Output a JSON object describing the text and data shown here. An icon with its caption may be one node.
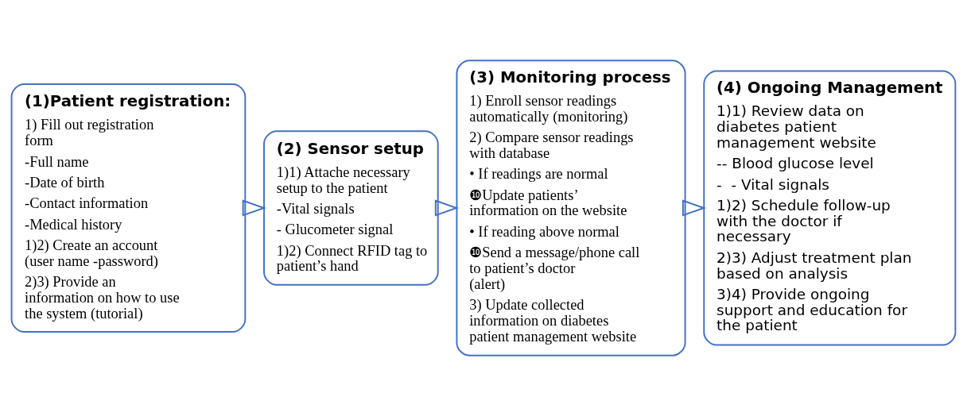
{
  "diagram": {
    "nodes": [
      {
        "text": [
          "(1)Patient registration:",
          "1) Fill out registration form",
          "-Full name",
          "-Date of birth",
          "-Contact information",
          "-Medical history",
          "1)2) Create an account (user name -password)",
          "2)3) Provide an information on how to use the system (tutorial)"
        ]
      },
      {
        "text": [
          "(2) Sensor setup",
          "1)1) Attache necessary setup to the patient",
          "-Vital signals",
          "- Glucometer signal",
          "1)2) Connect RFID tag to patient’s hand"
        ]
      },
      {
        "text": [
          "(3) Monitoring process",
          "1) Enroll sensor readings automatically (monitoring)",
          "2) Compare sensor readings with database",
          "• If readings are normal",
          "❿Update patients’ information on the website",
          "• If reading above normal",
          "❿Send a message/phone call to patient’s doctor (alert)",
          "3) Update collected information on diabetes patient management website"
        ]
      },
      {
        "text": [
          "(4) Ongoing Management",
          "1)1) Review data on diabetes patient management website",
          "-- Blood glucose level",
          "-  - Vital signals",
          "1)2) Schedule follow-up with the doctor if necessary",
          "2)3) Adjust treatment plan based on analysis",
          "3)4) Provide ongoing support and education for the patient"
        ]
      }
    ],
    "edges": [
      {
        "from": 0,
        "to": 1,
        "arrow": "to"
      },
      {
        "from": 1,
        "to": 2,
        "arrow": "to"
      },
      {
        "from": 2,
        "to": 3,
        "arrow": "to"
      }
    ]
  }
}
